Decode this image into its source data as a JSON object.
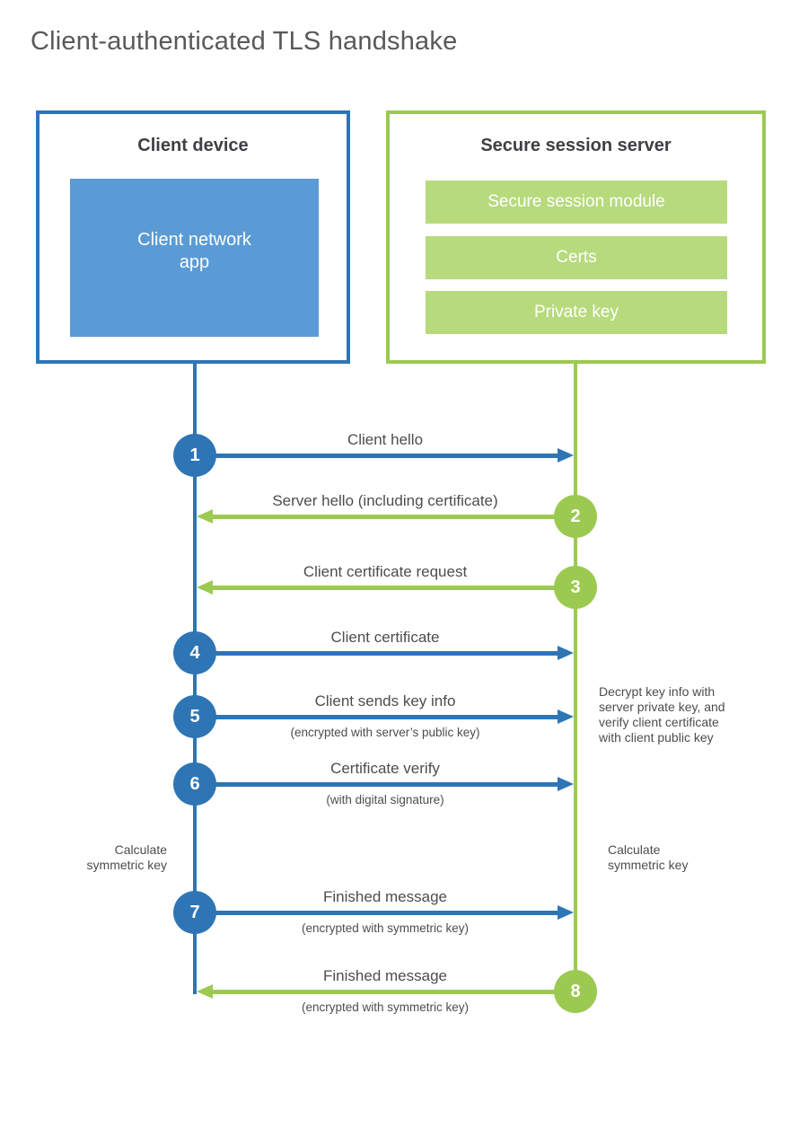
{
  "title": "Client-authenticated TLS handshake",
  "colors": {
    "blue": "#2e75b6",
    "blue_fill": "#5b9bd5",
    "green": "#9cca51",
    "green_fill": "#b7da7d"
  },
  "client_box": {
    "title": "Client device",
    "app": "Client network app"
  },
  "server_box": {
    "title": "Secure session server",
    "modules": [
      "Secure session module",
      "Certs",
      "Private key"
    ]
  },
  "messages": [
    {
      "num": "1",
      "from": "client",
      "label": "Client hello",
      "sub": ""
    },
    {
      "num": "2",
      "from": "server",
      "label": "Server hello (including certificate)",
      "sub": ""
    },
    {
      "num": "3",
      "from": "server",
      "label": "Client certificate request",
      "sub": ""
    },
    {
      "num": "4",
      "from": "client",
      "label": "Client certificate",
      "sub": ""
    },
    {
      "num": "5",
      "from": "client",
      "label": "Client sends key info",
      "sub": "(encrypted with server’s public key)"
    },
    {
      "num": "6",
      "from": "client",
      "label": "Certificate verify",
      "sub": "(with digital signature)"
    },
    {
      "num": "7",
      "from": "client",
      "label": "Finished message",
      "sub": "(encrypted with symmetric key)"
    },
    {
      "num": "8",
      "from": "server",
      "label": "Finished message",
      "sub": "(encrypted with symmetric key)"
    }
  ],
  "notes": {
    "decrypt": {
      "lines": [
        "Decrypt key info with",
        "server private key, and",
        "verify client certificate",
        "with client public key"
      ]
    },
    "calc_client": {
      "lines": [
        "Calculate",
        "symmetric key"
      ]
    },
    "calc_server": {
      "lines": [
        "Calculate",
        "symmetric key"
      ]
    }
  }
}
